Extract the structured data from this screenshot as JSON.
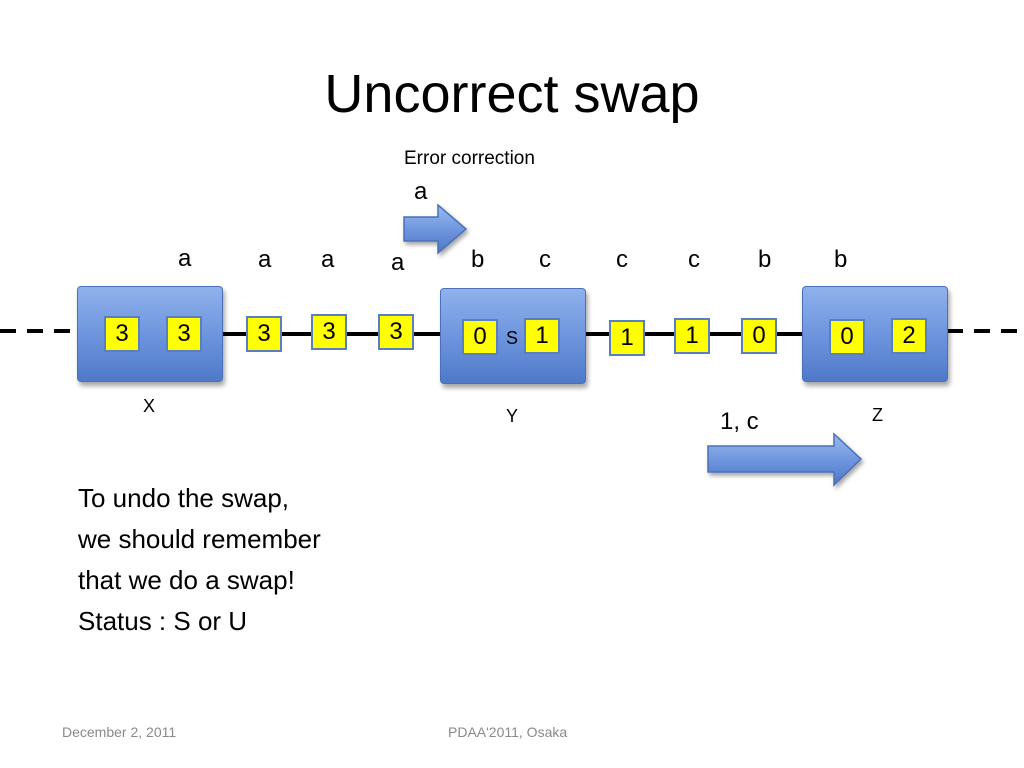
{
  "slide": {
    "title": "Uncorrect swap",
    "error_correction_label": "Error correction",
    "error_message_letter": "a"
  },
  "diagram": {
    "letters": [
      "a",
      "a",
      "a",
      "a",
      "b",
      "c",
      "c",
      "c",
      "b",
      "b"
    ],
    "tokens": [
      "3",
      "3",
      "3",
      "3",
      "3",
      "0",
      "1",
      "1",
      "1",
      "0",
      "0",
      "2"
    ],
    "node_labels": {
      "x": "X",
      "y": "Y",
      "z": "Z"
    },
    "status_label": "S",
    "message_label": "1, c"
  },
  "body_lines": [
    "To undo the swap,",
    "we should remember",
    "that we do a swap!",
    "Status : S or U"
  ],
  "footer": {
    "date": "December 2, 2011",
    "venue": "PDAA'2011, Osaka"
  }
}
